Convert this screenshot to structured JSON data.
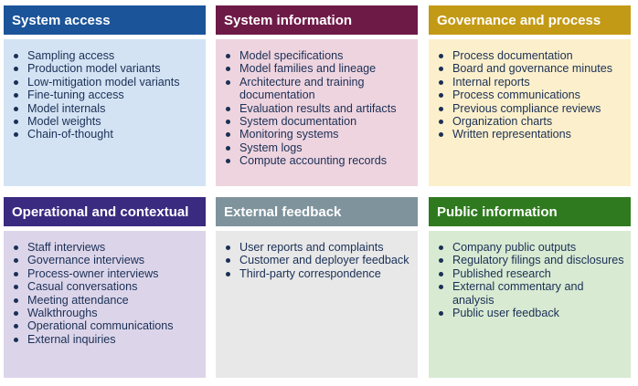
{
  "cards": [
    {
      "title": "System access",
      "header_color": "#1b5499",
      "body_color": "#d3e3f4",
      "items": [
        "Sampling access",
        "Production model variants",
        "Low-mitigation model variants",
        "Fine-tuning access",
        "Model internals",
        "Model weights",
        "Chain-of-thought"
      ]
    },
    {
      "title": "System information",
      "header_color": "#6e1a47",
      "body_color": "#eed4df",
      "items": [
        "Model specifications",
        "Model families and lineage",
        "Architecture and training documentation",
        "Evaluation results and artifacts",
        "System documentation",
        "Monitoring systems",
        "System logs",
        "Compute accounting records"
      ]
    },
    {
      "title": "Governance and process",
      "header_color": "#c39a15",
      "body_color": "#fcf0cc",
      "items": [
        "Process documentation",
        "Board and governance minutes",
        "Internal reports",
        "Process communications",
        "Previous compliance reviews",
        "Organization charts",
        "Written representations"
      ]
    },
    {
      "title": "Operational and contextual",
      "header_color": "#3a2a80",
      "body_color": "#dcd5ea",
      "items": [
        "Staff interviews",
        "Governance interviews",
        "Process-owner interviews",
        "Casual conversations",
        "Meeting attendance",
        "Walkthroughs",
        "Operational communications",
        "External inquiries"
      ]
    },
    {
      "title": "External feedback",
      "header_color": "#7f939c",
      "body_color": "#e8e8e8",
      "items": [
        "User reports and complaints",
        "Customer and deployer feedback",
        "Third-party correspondence"
      ]
    },
    {
      "title": "Public information",
      "header_color": "#2f7a1e",
      "body_color": "#d8ead2",
      "items": [
        "Company public outputs",
        "Regulatory filings and disclosures",
        "Published research",
        "External commentary and analysis",
        "Public user feedback"
      ]
    }
  ]
}
